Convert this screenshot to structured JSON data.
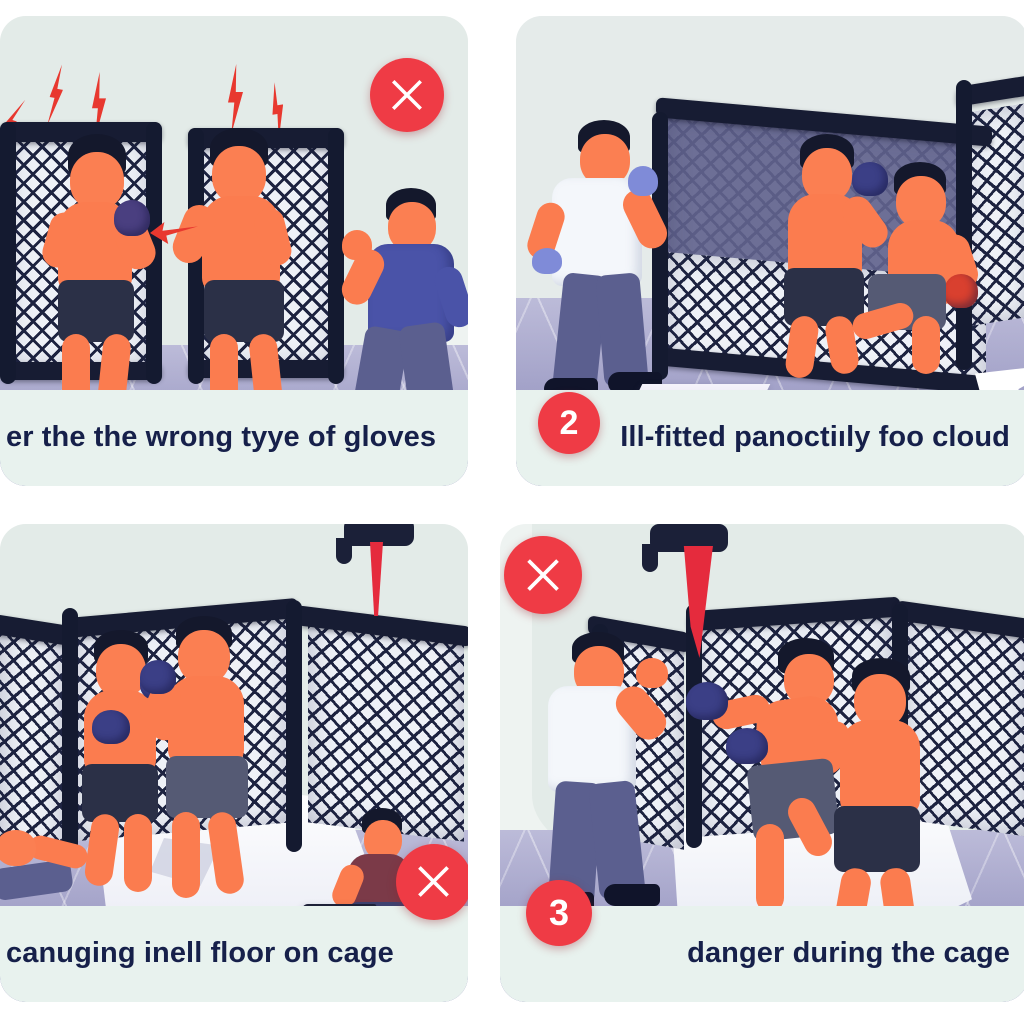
{
  "figure": {
    "title": "MMA cage safety hazards — four-panel infographic",
    "background_color": "#ffffff",
    "accent_color": "#ef3b45",
    "caption_band_color": "#e8f2ee",
    "caption_text_color": "#16204a",
    "floor_color": "#9b9ac6",
    "cage_frame_color": "#171c33"
  },
  "panels": [
    {
      "id": 1,
      "caption": "er the the wrong tyye of gloves",
      "caption_align": "left",
      "badges": [
        {
          "kind": "x-mark",
          "label": "✕"
        }
      ],
      "scene": {
        "description": "Two bare-foot fighters in wrong gloves trading punches beside an open cage door while an official in blue lunges in",
        "props": [
          "red lightning bolts",
          "open cage gate",
          "chain-link mesh",
          "tiled floor"
        ],
        "people": [
          {
            "role": "fighter-left",
            "gloves": "purple",
            "shorts": "dark"
          },
          {
            "role": "fighter-right",
            "gloves": "none",
            "shorts": "dark"
          },
          {
            "role": "official",
            "outfit": "blue shirt and trousers"
          }
        ]
      }
    },
    {
      "id": 2,
      "caption": "Ill-fitted panoctiıly foo cloud",
      "caption_align": "right",
      "badges": [
        {
          "kind": "number",
          "label": "2"
        }
      ],
      "scene": {
        "description": "Referee in white shirt and blue gloves outside a sagging ill-fitted cage panel while two fighters clash inside",
        "props": [
          "loose mesh panel",
          "fallen mat / clipboard on floor",
          "white sign",
          "tiled floor"
        ],
        "people": [
          {
            "role": "referee",
            "outfit": "white shirt, navy trousers, blue gloves"
          },
          {
            "role": "fighter-a",
            "gloves": "blue",
            "shorts": "dark"
          },
          {
            "role": "fighter-b",
            "gloves": "red",
            "shorts": "grey"
          }
        ]
      }
    },
    {
      "id": 3,
      "caption": "canuging inell floor  on cage",
      "caption_align": "left",
      "badges": [
        {
          "kind": "x-mark",
          "label": "✕"
        }
      ],
      "scene": {
        "description": "Two fighters sparring on a white canvas mat while a worker crouches outside the cage and another lies on the floor; a red clamp tool hangs from the cage rail",
        "props": [
          "red clamp on top rail",
          "white canvas mat",
          "tablet and red folder on floor",
          "chain-link mesh"
        ],
        "people": [
          {
            "role": "fighter-left",
            "gloves": "blue",
            "shorts": "dark"
          },
          {
            "role": "fighter-right",
            "gloves": "blue",
            "shorts": "grey"
          },
          {
            "role": "worker-crouching",
            "outfit": "maroon shirt"
          },
          {
            "role": "worker-lying",
            "outfit": "blue"
          }
        ]
      }
    },
    {
      "id": 4,
      "caption": "danger during the cage",
      "caption_align": "right",
      "badges": [
        {
          "kind": "x-mark",
          "label": "✕"
        },
        {
          "kind": "number",
          "label": "3"
        }
      ],
      "scene": {
        "description": "Official in white shirt leans into the cage as a fighter throws a flying knee at an opponent; a red warning flag hangs from the top rail",
        "props": [
          "red warning flag",
          "white canvas mat",
          "warning card on floor",
          "chain-link mesh"
        ],
        "people": [
          {
            "role": "official",
            "outfit": "white shirt, navy trousers"
          },
          {
            "role": "fighter-attacker",
            "gloves": "blue",
            "shorts": "grey"
          },
          {
            "role": "fighter-defender",
            "gloves": "none",
            "shorts": "dark"
          }
        ]
      }
    }
  ]
}
